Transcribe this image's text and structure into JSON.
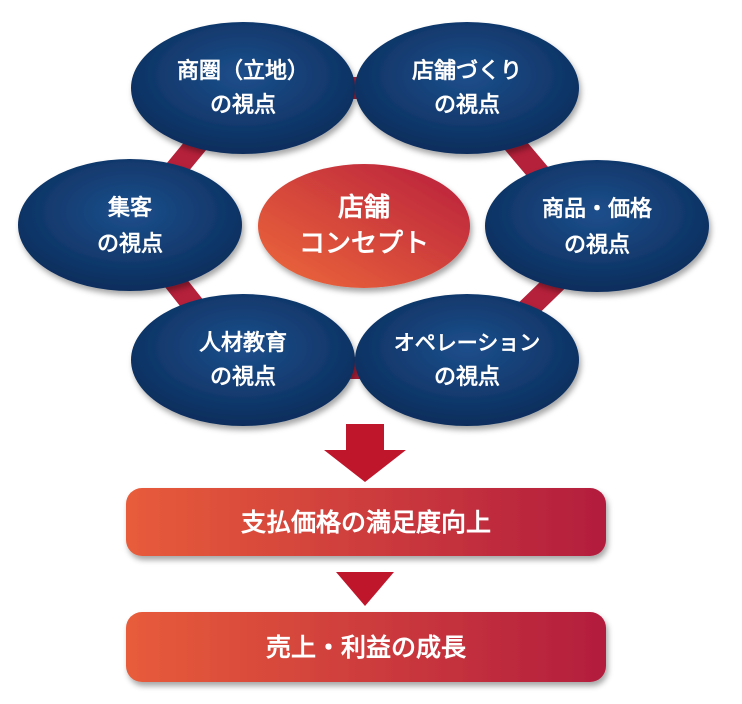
{
  "center": {
    "line1": "店舗",
    "line2": "コンセプト"
  },
  "perspectives": [
    {
      "line1": "商圏（立地）",
      "line2": "の視点"
    },
    {
      "line1": "店舗づくり",
      "line2": "の視点"
    },
    {
      "line1": "集客",
      "line2": "の視点"
    },
    {
      "line1": "商品・価格",
      "line2": "の視点"
    },
    {
      "line1": "人材教育",
      "line2": "の視点"
    },
    {
      "line1": "オペレーション",
      "line2": "の視点"
    }
  ],
  "outcomes": [
    {
      "label": "支払価格の満足度向上"
    },
    {
      "label": "売上・利益の成長"
    }
  ],
  "colors": {
    "navy": "#0f3a6e",
    "navy_dark": "#0a2a55",
    "ring": "#b5203a",
    "arrow": "#c0162c",
    "orange": "#e85a3c",
    "crimson": "#b81e3c"
  }
}
